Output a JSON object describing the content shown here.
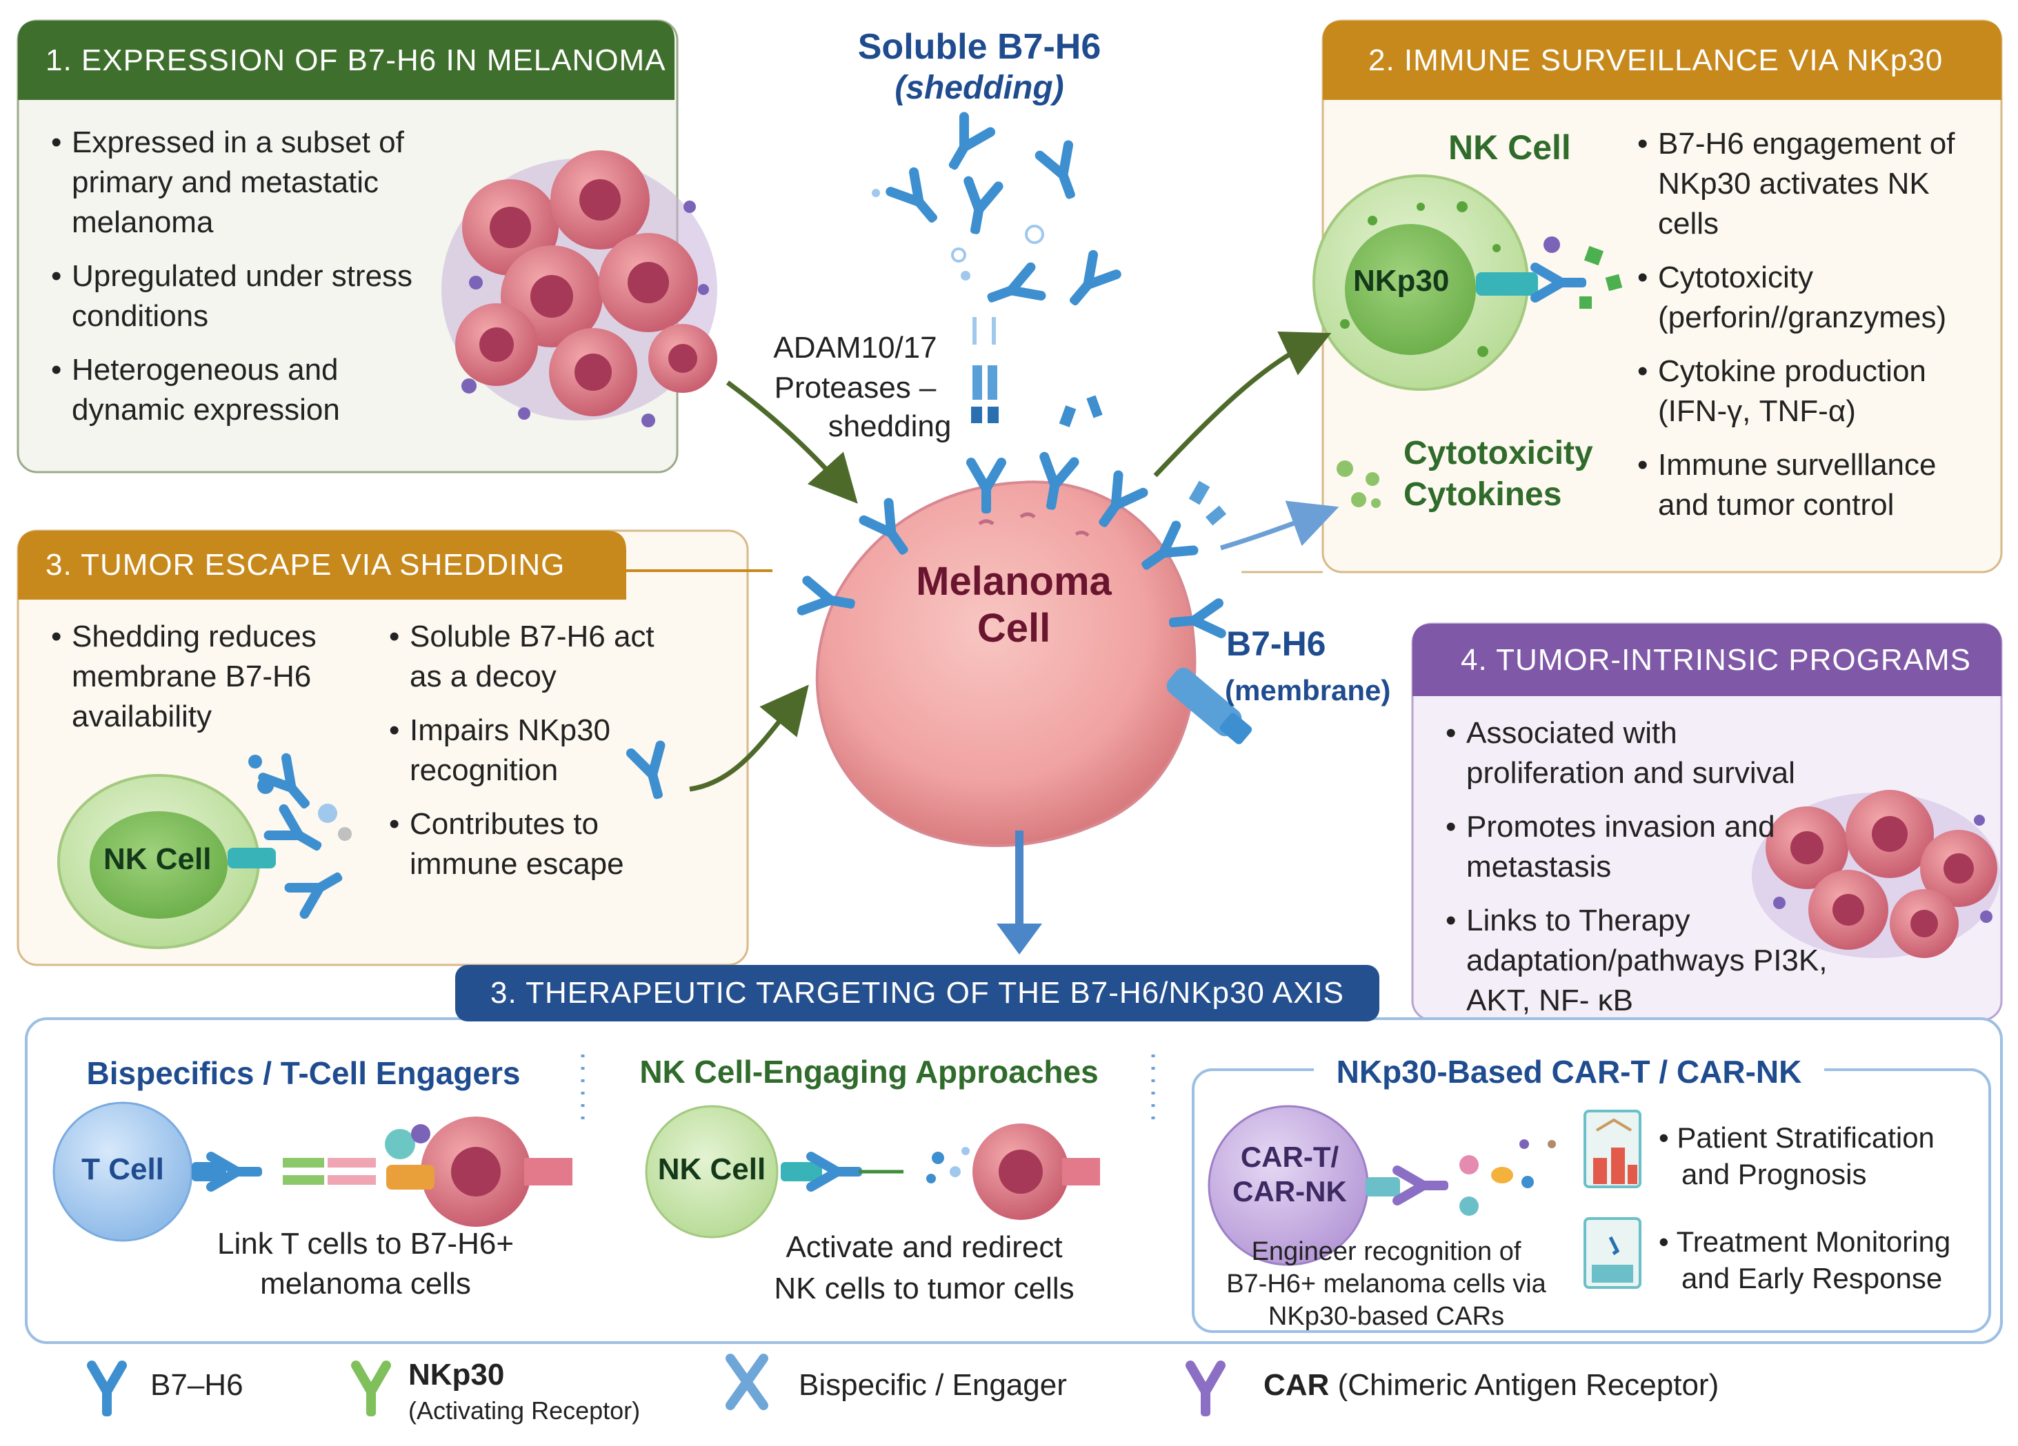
{
  "colors": {
    "green": "#3f6f2c",
    "orange": "#c8891c",
    "purple": "#7f59a7",
    "blue_dark": "#1f4c8f",
    "receptor_blue": "#3d8fd0",
    "nk_green": "#9ccb7d",
    "melanoma_pink": "#f2a6a6"
  },
  "center": {
    "soluble_title": "Soluble B7-H6",
    "soluble_sub": "(shedding)",
    "adam_line1": "ADAM10/17",
    "adam_line2": "Proteases –",
    "adam_line3": "shedding",
    "cell_line1": "Melanoma",
    "cell_line2": "Cell",
    "b7h6_label": "B7-H6",
    "b7h6_sub": "(membrane)",
    "cytotox_line1": "Cytotoxicity",
    "cytotox_line2": "Cytokines"
  },
  "panel1": {
    "title": "1. EXPRESSION OF B7-H6 IN MELANOMA",
    "bullets": [
      "Expressed in a subset of primary and metastatic melanoma",
      "Upregulated under stress conditions",
      "Heterogeneous and dynamic expression"
    ]
  },
  "panel2": {
    "title": "2. IMMUNE SURVEILLANCE VIA NKp30",
    "nk_label": "NK Cell",
    "receptor_label": "NKp30",
    "bullets": [
      "B7-H6 engagement of NKp30 activates NK cells",
      "Cytotoxicity (perforin//granzymes)",
      "Cytokine production (IFN-γ, TNF-α)",
      "Immune survelllance and tumor control"
    ]
  },
  "panel3": {
    "title": "3. TUMOR ESCAPE VIA SHEDDING",
    "bullets_left": [
      "Shedding reduces membrane B7-H6 availability"
    ],
    "bullets_right": [
      "Soluble B7-H6 act as a decoy",
      "Impairs NKp30 recognition",
      "Contributes to immune escape"
    ],
    "nk_label": "NK Cell"
  },
  "panel4": {
    "title": "4. TUMOR-INTRINSIC PROGRAMS",
    "bullets": [
      "Associated with proliferation and survival",
      "Promotes invasion and metastasis",
      "Links to Therapy adaptation/pathways PI3K, AKT, NF- κB"
    ]
  },
  "therapeutic": {
    "title": "3. THERAPEUTIC TARGETING OF THE B7-H6/NKp30 AXIS",
    "col1_title": "Bispecifics / T-Cell Engagers",
    "col1_cell": "T Cell",
    "col1_caption_line1": "Link T cells to B7-H6+",
    "col1_caption_line2": "melanoma cells",
    "col2_title": "NK Cell-Engaging Approaches",
    "col2_cell": "NK Cell",
    "col2_caption_line1": "Activate and redirect",
    "col2_caption_line2": "NK cells to tumor cells",
    "col3_title": "NKp30-Based CAR-T / CAR-NK",
    "col3_cell_line1": "CAR-T/",
    "col3_cell_line2": "CAR-NK",
    "col3_caption_line1": "Engineer recognition of",
    "col3_caption_line2": "B7-H6+ melanoma cells via",
    "col3_caption_line3": "NKp30-based CARs",
    "side1_line1": "Patient Stratification",
    "side1_line2": "and Prognosis",
    "side2_line1": "Treatment Monitoring",
    "side2_line2": "and Early Response"
  },
  "legend": {
    "b7h6": "B7–H6",
    "nkp30": "NKp30",
    "nkp30_sub": "(Activating Receptor)",
    "bispecific": "Bispecific / Engager",
    "car": "CAR",
    "car_sub": "(Chimeric Antigen Receptor)"
  }
}
